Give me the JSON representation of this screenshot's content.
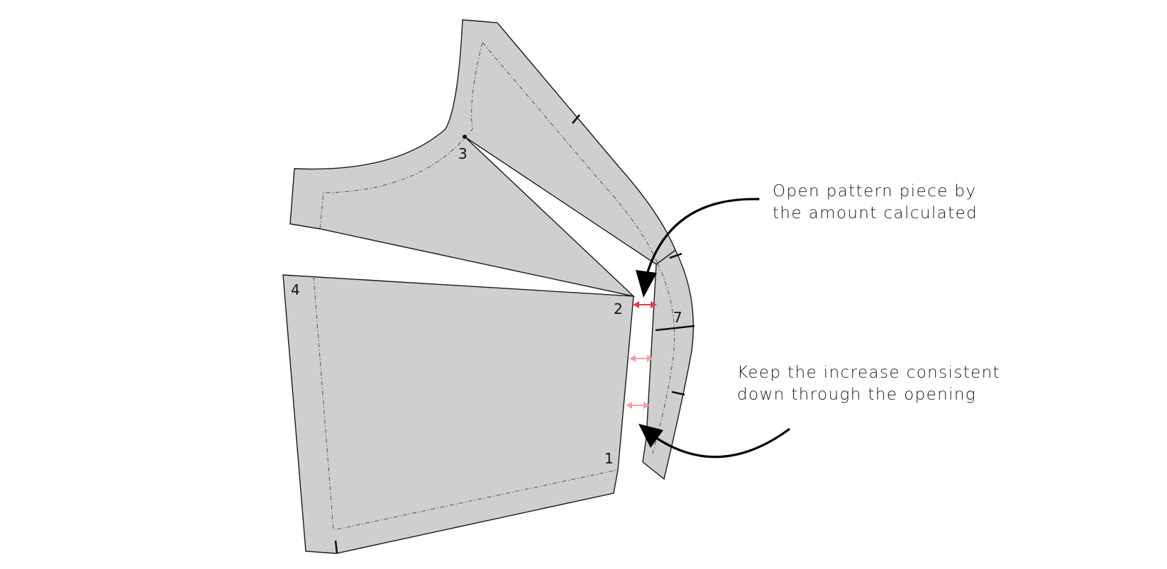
{
  "colors": {
    "piece_fill": "#cfcfcf",
    "outline": "#1a1a1a",
    "spread_strong": "#e23b4a",
    "spread_light": "#f0a0a6"
  },
  "diagram": {
    "labels": {
      "n1": "1",
      "n2": "2",
      "n3": "3",
      "n4": "4",
      "n7": "7"
    }
  },
  "annotations": {
    "open": {
      "line1": "Open pattern piece by",
      "line2": "the amount calculated"
    },
    "keep": {
      "line1": "Keep the increase consistent",
      "line2": "down through the opening"
    }
  }
}
